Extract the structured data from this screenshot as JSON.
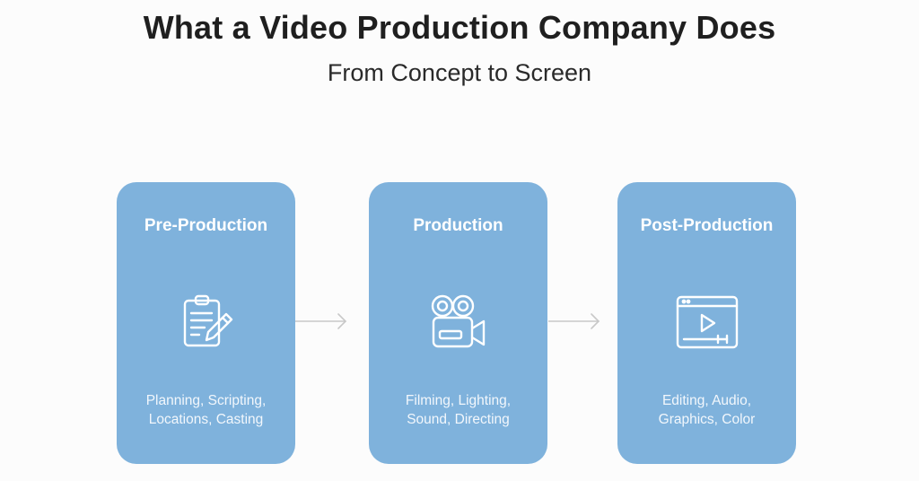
{
  "header": {
    "title": "What a Video Production Company Does",
    "subtitle": "From Concept to Screen"
  },
  "colors": {
    "card_fill": "#7fb2dc",
    "card_text": "#ffffff",
    "arrow": "#c8c8c8",
    "title_text": "#1f1f1f",
    "background": "#fcfcfc"
  },
  "stages": [
    {
      "title": "Pre-Production",
      "icon": "clipboard-pencil-icon",
      "desc_line1": "Planning, Scripting,",
      "desc_line2": "Locations, Casting"
    },
    {
      "title": "Production",
      "icon": "film-camera-icon",
      "desc_line1": "Filming, Lighting,",
      "desc_line2": "Sound, Directing"
    },
    {
      "title": "Post-Production",
      "icon": "video-player-icon",
      "desc_line1": "Editing, Audio,",
      "desc_line2": "Graphics, Color"
    }
  ],
  "connectors": [
    {
      "from": "Pre-Production",
      "to": "Production",
      "icon": "arrow-right-icon"
    },
    {
      "from": "Production",
      "to": "Post-Production",
      "icon": "arrow-right-icon"
    }
  ]
}
